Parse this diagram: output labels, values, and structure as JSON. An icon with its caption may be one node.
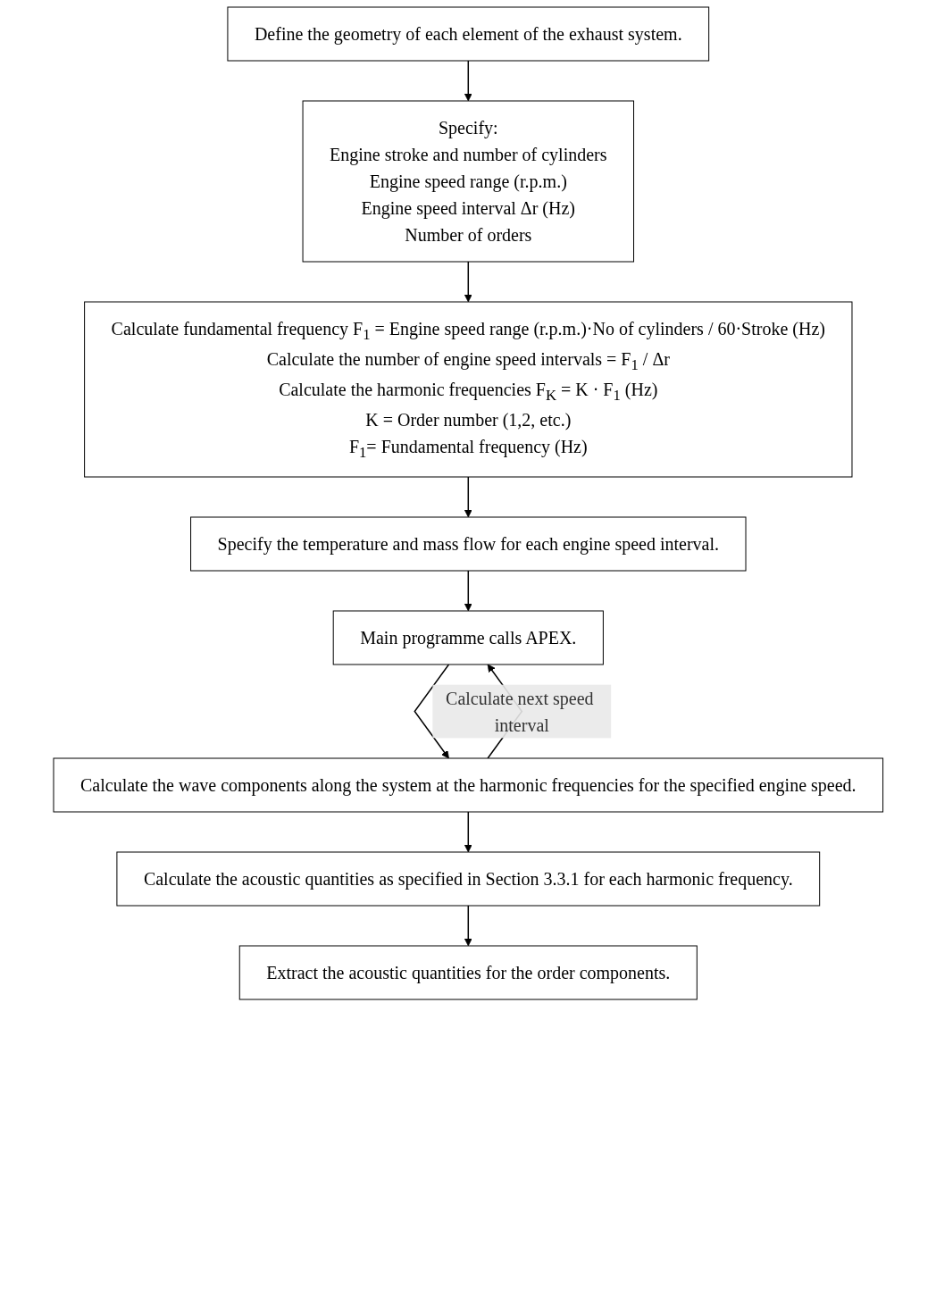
{
  "diagram": {
    "nodes": [
      {
        "text": [
          "Define the geometry of each element of the exhaust system."
        ]
      },
      {
        "text": [
          "Specify:",
          "Engine stroke and number of cylinders",
          "Engine speed range (r.p.m.)",
          "Engine speed interval Δr (Hz)",
          "Number of orders"
        ]
      },
      {
        "text": [
          "Calculate fundamental frequency F$_{1}$ = Engine speed range (r.p.m.)·No of cylinders / 60·Stroke (Hz)",
          "Calculate the number of engine speed intervals = F$_{1}$ / Δr",
          "Calculate the harmonic frequencies F$_{K}$ = K · F$_{1}$ (Hz)",
          "K = Order number (1,2, etc.)",
          "F$_{1}$= Fundamental frequency (Hz)"
        ]
      },
      {
        "text": [
          "Specify the temperature and mass flow for each engine speed interval."
        ]
      },
      {
        "text": [
          "Main programme calls APEX."
        ]
      },
      {
        "text": [
          "Calculate the wave components along the system at the harmonic frequencies for the specified engine speed."
        ]
      },
      {
        "text": [
          "Calculate the acoustic quantities as specified in Section 3.3.1 for each harmonic frequency."
        ]
      },
      {
        "text": [
          "Extract the acoustic quantities for the order components."
        ]
      }
    ],
    "edges": [
      {
        "from": 0,
        "to": 1,
        "arrow": "to"
      },
      {
        "from": 1,
        "to": 2,
        "arrow": "to"
      },
      {
        "from": 2,
        "to": 3,
        "arrow": "to"
      },
      {
        "from": 3,
        "to": 4,
        "arrow": "to"
      },
      {
        "from": 4,
        "to": 5,
        "arrow": "to"
      },
      {
        "from": 5,
        "to": 4,
        "arrow": "to",
        "label": "Calculate next speed interval"
      },
      {
        "from": 5,
        "to": 6,
        "arrow": "to"
      },
      {
        "from": 6,
        "to": 7,
        "arrow": "to"
      }
    ]
  }
}
